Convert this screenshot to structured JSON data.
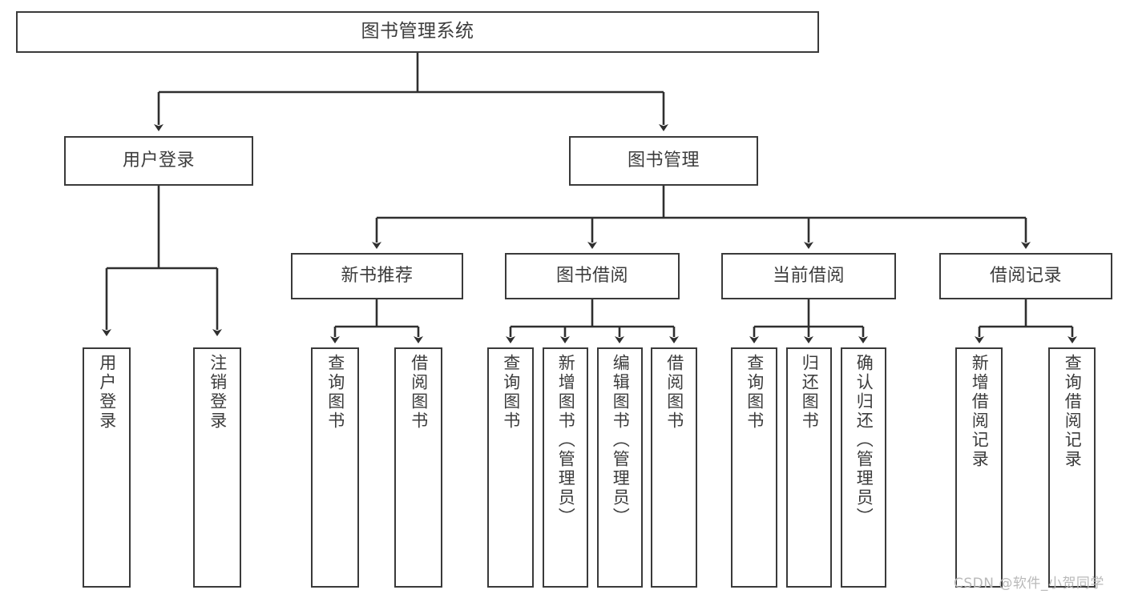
{
  "diagram": {
    "title": "图书管理系统",
    "type": "tree",
    "watermark": "CSDN @软件_小贺同学",
    "colors": {
      "background": "#ffffff",
      "node_border": "#3a3a3a",
      "node_fill": "#ffffff",
      "edge": "#2f2f2f",
      "text": "#3c3c3c",
      "watermark": "#b9b9b9"
    },
    "nodes": {
      "root": {
        "label": "图书管理系统",
        "orientation": "horizontal"
      },
      "level1": [
        {
          "id": "user-login",
          "label": "用户登录",
          "orientation": "horizontal"
        },
        {
          "id": "book-manage",
          "label": "图书管理",
          "orientation": "horizontal"
        }
      ],
      "level2": [
        {
          "id": "new-book-recommend",
          "label": "新书推荐",
          "orientation": "horizontal",
          "parent": "book-manage"
        },
        {
          "id": "book-borrow",
          "label": "图书借阅",
          "orientation": "horizontal",
          "parent": "book-manage"
        },
        {
          "id": "current-borrow",
          "label": "当前借阅",
          "orientation": "horizontal",
          "parent": "book-manage"
        },
        {
          "id": "borrow-record",
          "label": "借阅记录",
          "orientation": "horizontal",
          "parent": "book-manage"
        }
      ],
      "leaves": [
        {
          "id": "leaf-user-login",
          "label": "用户登录",
          "orientation": "vertical",
          "parent": "user-login"
        },
        {
          "id": "leaf-logout",
          "label": "注销登录",
          "orientation": "vertical",
          "parent": "user-login"
        },
        {
          "id": "leaf-query-book-1",
          "label": "查询图书",
          "orientation": "vertical",
          "parent": "new-book-recommend"
        },
        {
          "id": "leaf-borrow-book-1",
          "label": "借阅图书",
          "orientation": "vertical",
          "parent": "new-book-recommend"
        },
        {
          "id": "leaf-query-book-2",
          "label": "查询图书",
          "orientation": "vertical",
          "parent": "book-borrow"
        },
        {
          "id": "leaf-add-book",
          "label": "新增图书（管理员）",
          "orientation": "vertical",
          "parent": "book-borrow"
        },
        {
          "id": "leaf-edit-book",
          "label": "编辑图书（管理员）",
          "orientation": "vertical",
          "parent": "book-borrow"
        },
        {
          "id": "leaf-borrow-book-2",
          "label": "借阅图书",
          "orientation": "vertical",
          "parent": "book-borrow"
        },
        {
          "id": "leaf-query-book-3",
          "label": "查询图书",
          "orientation": "vertical",
          "parent": "current-borrow"
        },
        {
          "id": "leaf-return-book",
          "label": "归还图书",
          "orientation": "vertical",
          "parent": "current-borrow"
        },
        {
          "id": "leaf-confirm-return",
          "label": "确认归还（管理员）",
          "orientation": "vertical",
          "parent": "current-borrow"
        },
        {
          "id": "leaf-add-record",
          "label": "新增借阅记录",
          "orientation": "vertical",
          "parent": "borrow-record"
        },
        {
          "id": "leaf-query-record",
          "label": "查询借阅记录",
          "orientation": "vertical",
          "parent": "borrow-record"
        }
      ]
    }
  }
}
